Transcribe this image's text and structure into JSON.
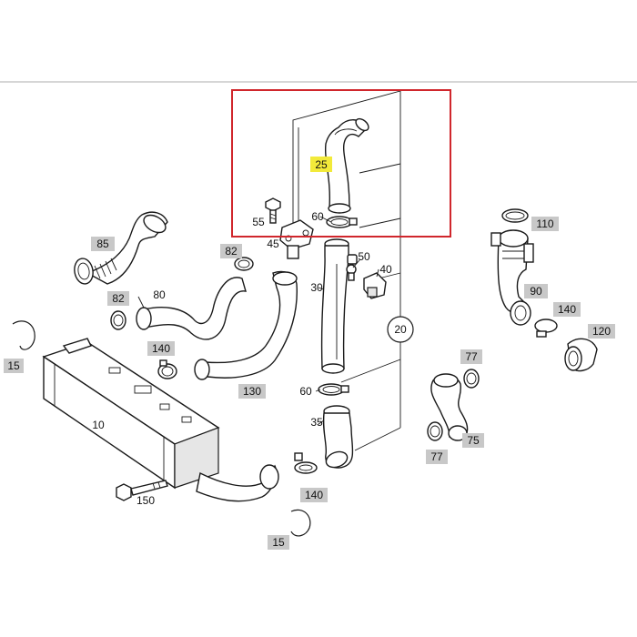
{
  "colors": {
    "label_box": "#c8c8c8",
    "highlight_label": "#f2ea3a",
    "highlight_frame": "#d0262c",
    "top_rule": "#bdbdbd"
  },
  "callouts": {
    "c25": "25",
    "c55": "55",
    "c60a": "60",
    "c45": "45",
    "c50": "50",
    "c40": "40",
    "c30": "30",
    "c20": "20",
    "c110": "110",
    "c85": "85",
    "c82a": "82",
    "c82b": "82",
    "c80": "80",
    "c90": "90",
    "c140a": "140",
    "c140b": "140",
    "c140c": "140",
    "c120": "120",
    "c15a": "15",
    "c15b": "15",
    "c77a": "77",
    "c77b": "77",
    "c75": "75",
    "c130": "130",
    "c60b": "60",
    "c35": "35",
    "c10": "10",
    "c150": "150"
  }
}
